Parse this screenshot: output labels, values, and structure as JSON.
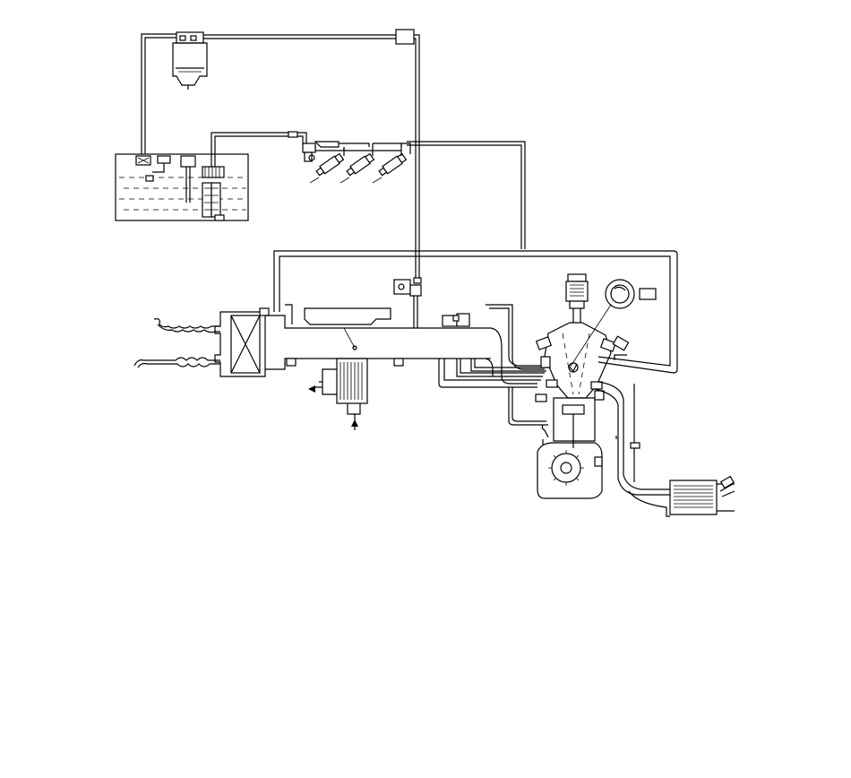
{
  "diagram": {
    "line_color": "#000000",
    "background": "#ffffff",
    "components": [
      {
        "id": "canister",
        "icon": "charcoal-canister-icon"
      },
      {
        "id": "fuel-tank",
        "icon": "fuel-tank-icon"
      },
      {
        "id": "fuel-pump",
        "icon": "fuel-pump-icon"
      },
      {
        "id": "fuel-filter",
        "icon": "fuel-filter-icon"
      },
      {
        "id": "pressure-regulator",
        "icon": "pressure-regulator-icon"
      },
      {
        "id": "fuel-rail",
        "icon": "fuel-rail-icon"
      },
      {
        "id": "injectors",
        "icon": "fuel-injector-icon"
      },
      {
        "id": "purge-valve",
        "icon": "solenoid-valve-icon"
      },
      {
        "id": "air-cleaner",
        "icon": "air-filter-icon"
      },
      {
        "id": "intake-plenum",
        "icon": "intake-manifold-icon"
      },
      {
        "id": "intercooler",
        "icon": "heat-exchanger-icon"
      },
      {
        "id": "throttle-body",
        "icon": "throttle-icon"
      },
      {
        "id": "ignition-coil",
        "icon": "ignition-coil-icon"
      },
      {
        "id": "distributor",
        "icon": "distributor-icon"
      },
      {
        "id": "engine",
        "icon": "engine-cylinder-icon"
      },
      {
        "id": "crank-sensor",
        "icon": "crank-gear-icon"
      },
      {
        "id": "catalytic-converter",
        "icon": "catalyst-icon"
      },
      {
        "id": "oxygen-sensor",
        "icon": "o2-sensor-icon"
      }
    ]
  }
}
